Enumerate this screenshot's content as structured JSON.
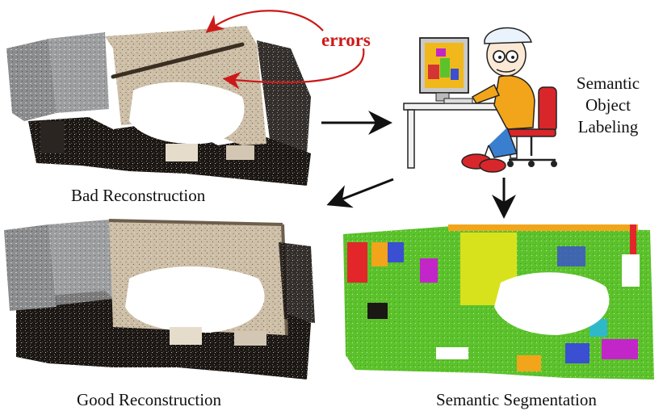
{
  "labels": {
    "bad_reconstruction": "Bad Reconstruction",
    "good_reconstruction": "Good Reconstruction",
    "semantic_segmentation": "Semantic Segmentation",
    "side_line1": "Semantic",
    "side_line2": "Object",
    "side_line3": "Labeling",
    "errors": "errors"
  },
  "colors": {
    "errors": "#cc1a1a",
    "arrow": "#111111",
    "seg_green": "#5cc22c",
    "seg_yellow": "#d8e21c",
    "seg_orange": "#f2a51b",
    "seg_red": "#e3262a",
    "seg_magenta": "#c226c8",
    "seg_blue": "#3a4fd1",
    "seg_cyan": "#2fb9c8"
  },
  "icons": [
    "person-at-computer-icon"
  ]
}
